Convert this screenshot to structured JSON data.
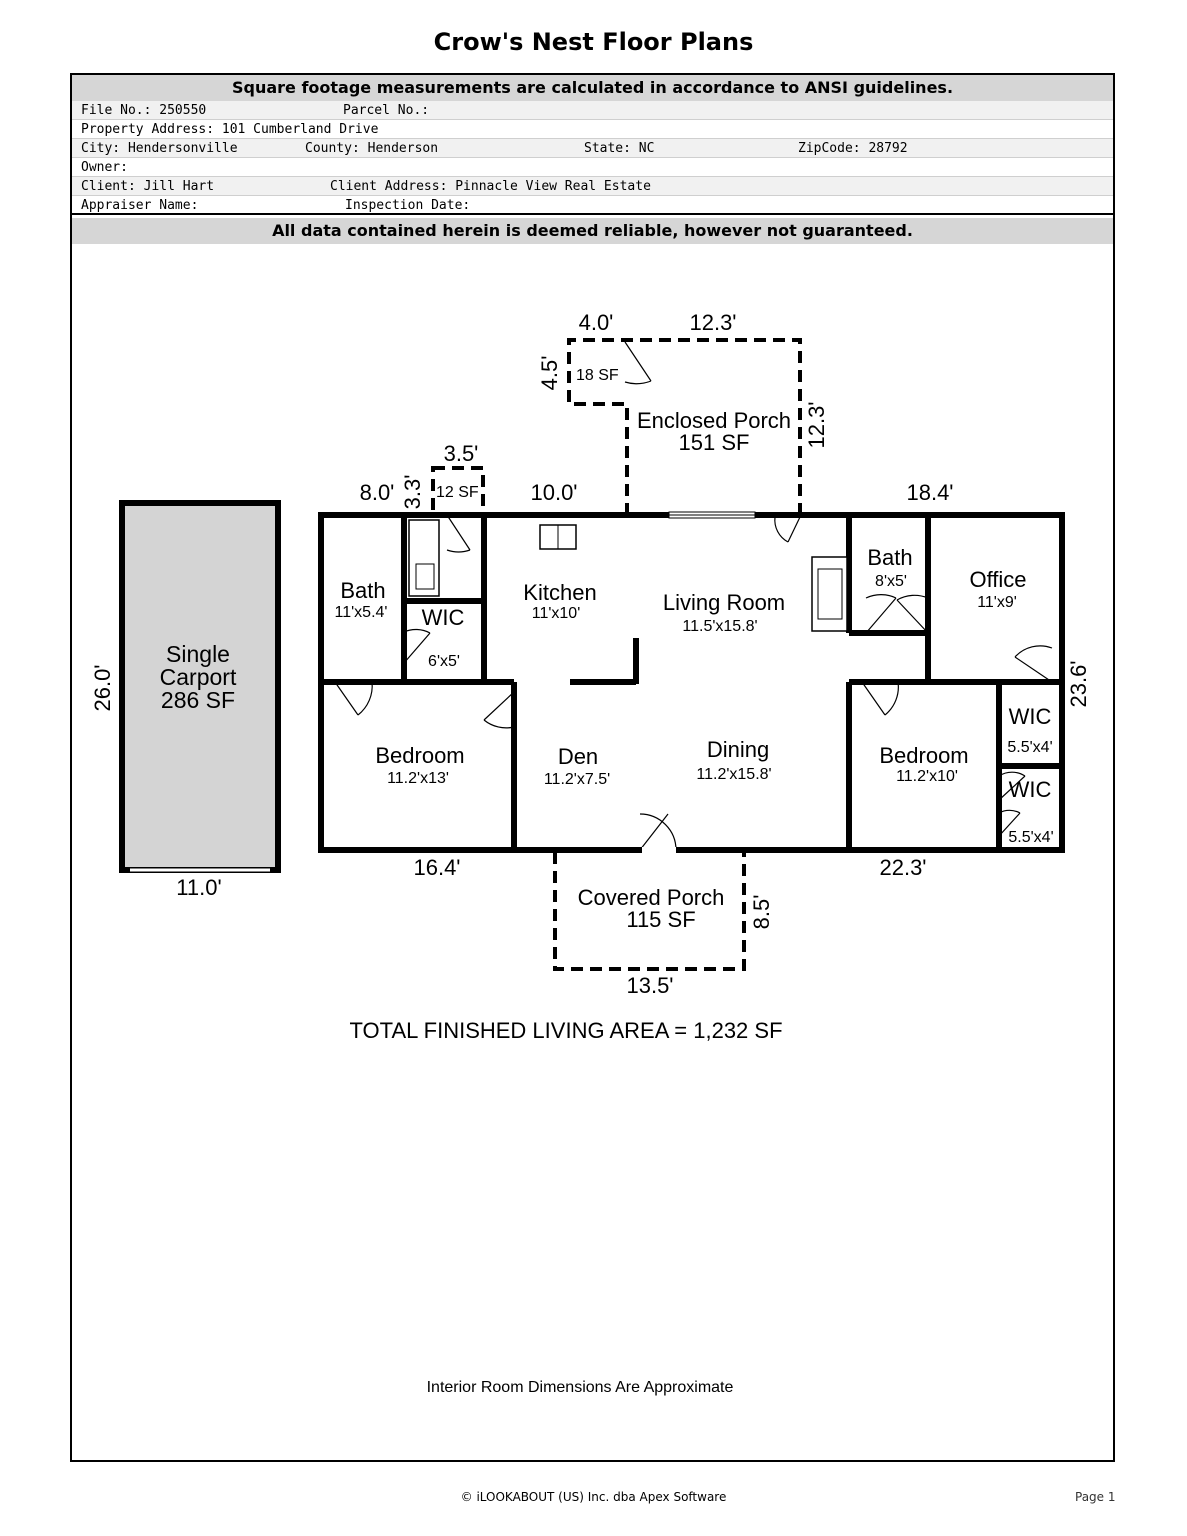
{
  "title": "Crow's Nest Floor Plans",
  "header": {
    "ansi_note": "Square footage measurements are calculated in accordance to ANSI guidelines.",
    "disclaimer": "All data contained herein is deemed reliable, however not guaranteed."
  },
  "info": {
    "file_no": "File No.: 250550",
    "parcel_no": "Parcel No.:",
    "property_address": "Property Address: 101 Cumberland Drive",
    "city": "City: Hendersonville",
    "county": "County: Henderson",
    "state": "State: NC",
    "zipcode": "ZipCode: 28792",
    "owner": "Owner:",
    "client": "Client: Jill Hart",
    "client_address": "Client Address: Pinnacle View Real Estate",
    "appraiser": "Appraiser Name:",
    "inspection_date": "Inspection Date:"
  },
  "plan": {
    "carport": {
      "line1": "Single",
      "line2": "Carport",
      "area": "286 SF",
      "width": "11.0'",
      "depth": "26.0'"
    },
    "enclosed_porch": {
      "name": "Enclosed Porch",
      "area": "151 SF",
      "width": "12.3'",
      "depth": "12.3'"
    },
    "small_porch": {
      "area": "18 SF",
      "width": "4.0'",
      "depth": "4.5'"
    },
    "entry_landing": {
      "area": "12 SF",
      "width": "3.5'",
      "depth": "3.3'"
    },
    "covered_porch": {
      "name": "Covered Porch",
      "area": "115 SF",
      "width": "13.5'",
      "depth": "8.5'"
    },
    "dimensions": {
      "top_left": "8.0'",
      "top_mid": "10.0'",
      "top_right": "18.4'",
      "right_side": "23.6'",
      "bottom_left": "16.4'",
      "bottom_right": "22.3'"
    },
    "rooms": [
      {
        "name": "Bath",
        "size": "11'x5.4'"
      },
      {
        "name": "WIC",
        "size": "6'x5'"
      },
      {
        "name": "Kitchen",
        "size": "11'x10'"
      },
      {
        "name": "Living Room",
        "size": "11.5'x15.8'"
      },
      {
        "name": "Bath",
        "size": "8'x5'"
      },
      {
        "name": "Office",
        "size": "11'x9'"
      },
      {
        "name": "WIC",
        "size": "5.5'x4'"
      },
      {
        "name": "WIC",
        "size": "5.5'x4'"
      },
      {
        "name": "Bedroom",
        "size": "11.2'x13'"
      },
      {
        "name": "Den",
        "size": "11.2'x7.5'"
      },
      {
        "name": "Dining",
        "size": "11.2'x15.8'"
      },
      {
        "name": "Bedroom",
        "size": "11.2'x10'"
      }
    ],
    "total": "TOTAL FINISHED LIVING AREA = 1,232 SF",
    "approx_note": "Interior Room Dimensions Are Approximate"
  },
  "footer": {
    "copyright": "© iLOOKABOUT (US) Inc. dba Apex Software",
    "page": "Page 1"
  }
}
